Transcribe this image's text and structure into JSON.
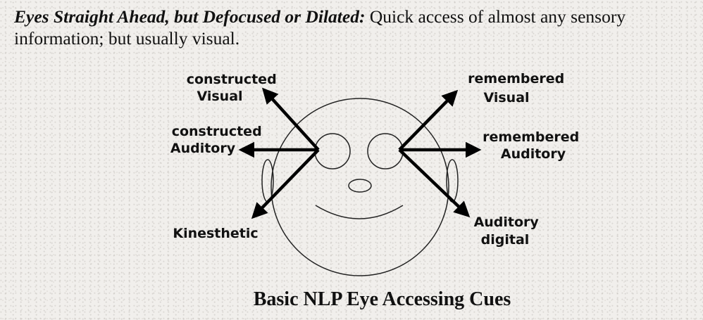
{
  "intro": {
    "lead": "Eyes Straight Ahead, but Defocused or Dilated:",
    "text": " Quick access of almost any sensory information; but usually visual."
  },
  "labels": {
    "constructed_visual": [
      "constructed",
      "Visual"
    ],
    "constructed_auditory": [
      "constructed",
      "Auditory"
    ],
    "kinesthetic": [
      "Kinesthetic"
    ],
    "remembered_visual": [
      "remembered",
      "Visual"
    ],
    "remembered_auditory": [
      "remembered",
      "Auditory"
    ],
    "auditory_digital": [
      "Auditory",
      "digital"
    ]
  },
  "caption": "Basic NLP Eye Accessing Cues"
}
